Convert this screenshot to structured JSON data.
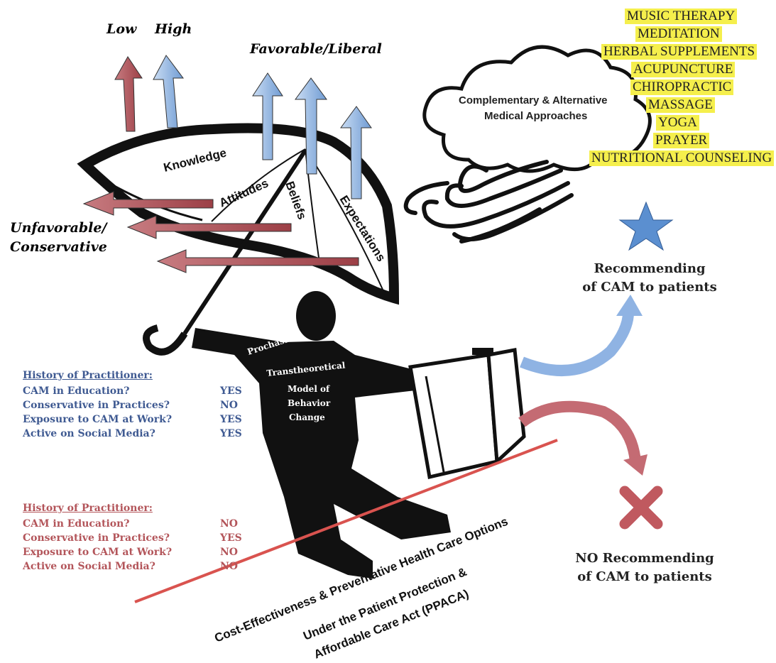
{
  "axis": {
    "low": "Low",
    "high": "High",
    "favorable": "Favorable/Liberal",
    "unfavorable_1": "Unfavorable/",
    "unfavorable_2": "Conservative"
  },
  "umbrella": {
    "panels": [
      "Knowledge",
      "Attitudes",
      "Beliefs",
      "Expectations"
    ]
  },
  "cloud": {
    "line1": "Complementary & Alternative",
    "line2": "Medical Approaches"
  },
  "cam_list": [
    "MUSIC THERAPY",
    "MEDITATION",
    "HERBAL SUPPLEMENTS",
    "ACUPUNCTURE",
    "CHIROPRACTIC",
    "MASSAGE",
    "YOGA",
    "PRAYER",
    "NUTRITIONAL COUNSELING"
  ],
  "figure": {
    "body_text": [
      "Prochaska's",
      "Transtheoretical",
      "Model of",
      "Behavior",
      "Change"
    ]
  },
  "history_positive": {
    "title": "History of Practitioner:",
    "rows": [
      {
        "q": "CAM in Education?",
        "a": "YES"
      },
      {
        "q": "Conservative in Practices?",
        "a": "NO"
      },
      {
        "q": "Exposure to CAM at Work?",
        "a": "YES"
      },
      {
        "q": "Active on Social Media?",
        "a": "YES"
      }
    ]
  },
  "history_negative": {
    "title": "History of Practitioner:",
    "rows": [
      {
        "q": "CAM in Education?",
        "a": "NO"
      },
      {
        "q": "Conservative in Practices?",
        "a": "YES"
      },
      {
        "q": "Exposure to CAM at Work?",
        "a": "NO"
      },
      {
        "q": "Active on Social Media?",
        "a": "NO"
      }
    ]
  },
  "outcomes": {
    "yes_line1": "Recommending",
    "yes_line2": "of CAM to patients",
    "no_line1": "NO Recommending",
    "no_line2": "of CAM to patients"
  },
  "tightrope": {
    "line1": "Cost-Effectiveness & Preventative Health Care Options",
    "line2": "Under the Patient Protection &",
    "line3": "Affordable Care Act (PPACA)"
  },
  "colors": {
    "red_arrow": "#b8525a",
    "blue_arrow": "#a9c6e8",
    "cam_highlight": "#f5ef4c",
    "positive_text": "#3f5a92",
    "negative_text": "#b3555a",
    "star": "#5b8fd0",
    "rope": "#d9534f"
  }
}
